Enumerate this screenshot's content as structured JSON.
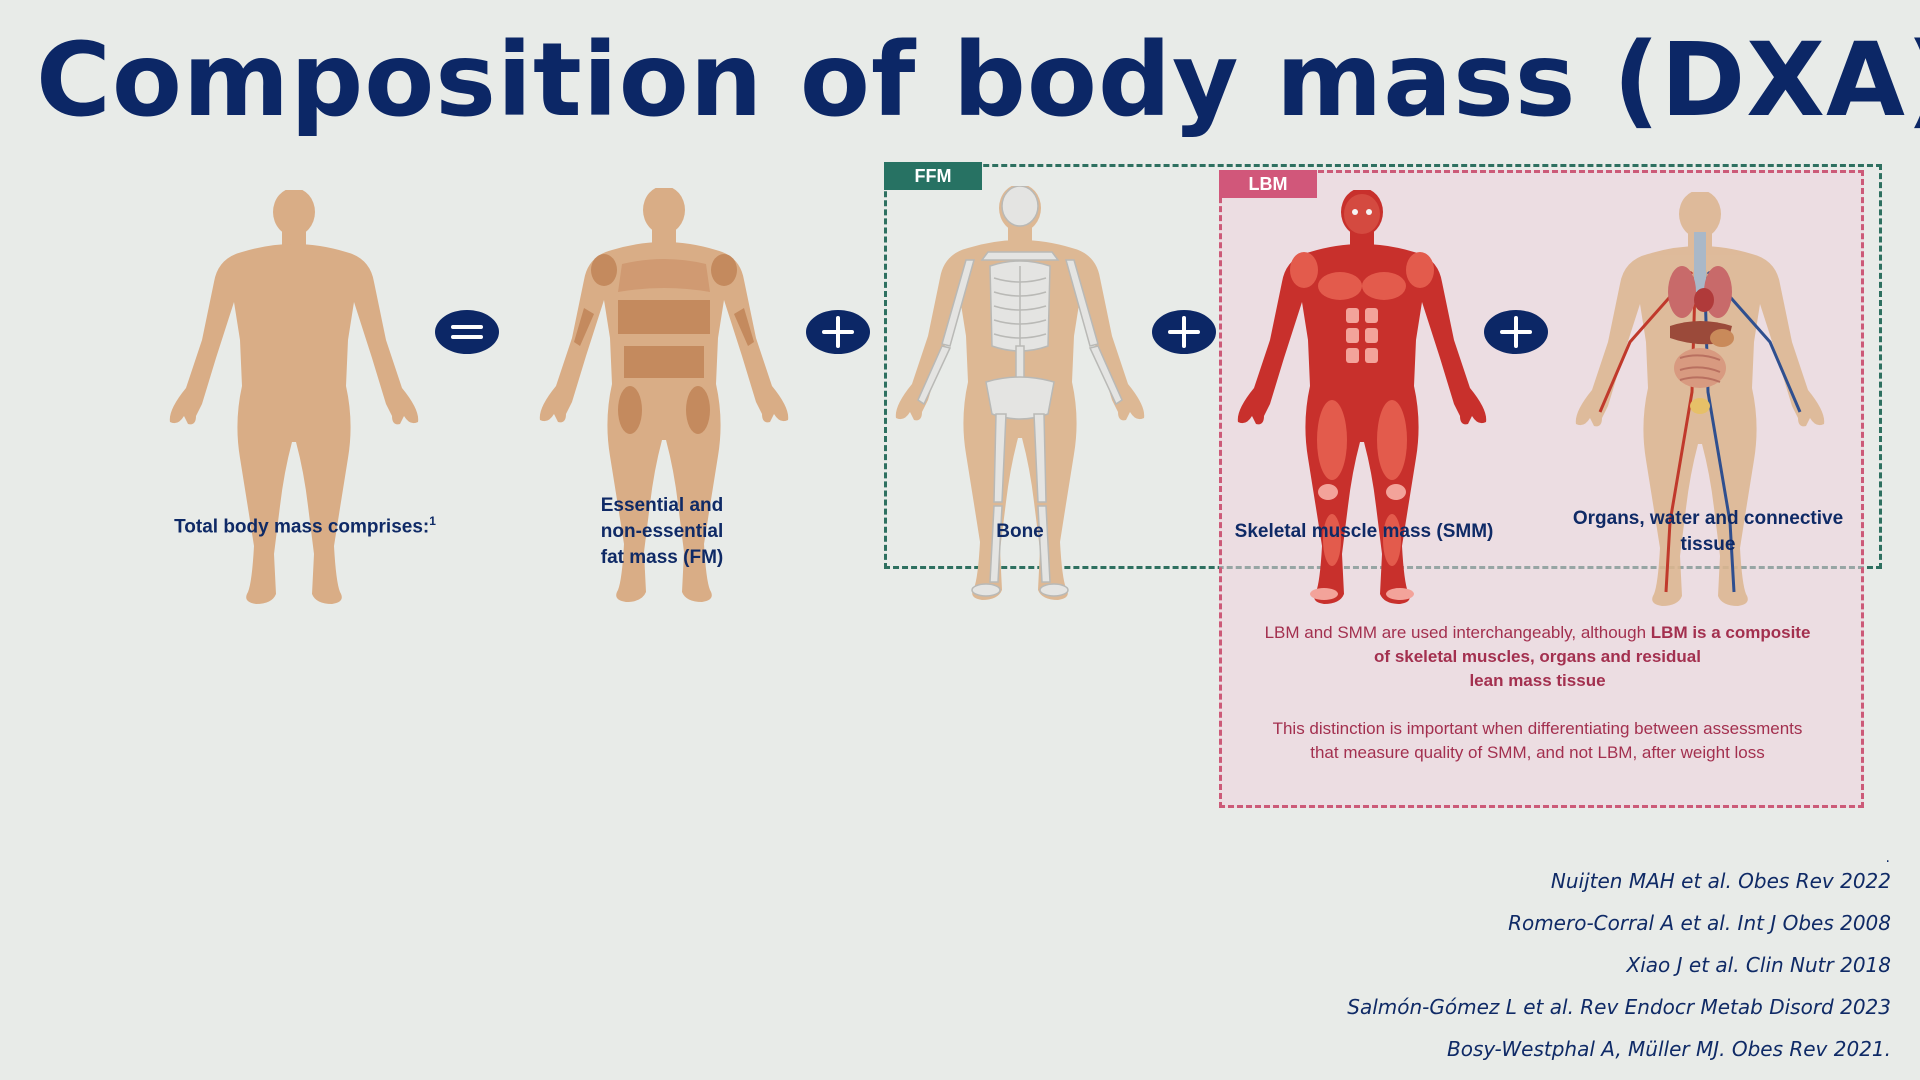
{
  "title": "Composition of body mass (DXA)",
  "tags": {
    "ffm": "FFM",
    "lbm": "LBM"
  },
  "labels": {
    "total": "Total body mass comprises:",
    "total_sup": "1",
    "fat_line1": "Essential and",
    "fat_line2": "non-essential",
    "fat_line3": "fat mass (FM)",
    "bone": "Bone",
    "smm": "Skeletal muscle mass (SMM)",
    "organs_line1": "Organs, water and connective",
    "organs_line2": "tissue"
  },
  "operators": [
    "equals",
    "plus",
    "plus",
    "plus"
  ],
  "note": {
    "p1_prefix": "LBM and SMM are used interchangeably, although ",
    "p1_bold_1": "LBM is a composite",
    "p1_bold_2": "of skeletal muscles, organs and residual",
    "p1_bold_3": "lean mass tissue",
    "p2_line1": "This distinction is important when differentiating between assessments",
    "p2_line2": "that measure quality of SMM, and not LBM, after weight loss"
  },
  "stray_mark": ".",
  "references": [
    "Nuijten MAH et al. Obes Rev 2022",
    "Romero-Corral A et al. Int J Obes 2008",
    "Xiao J et al. Clin Nutr 2018",
    "Salmón-Gómez L et al. Rev Endocr Metab Disord 2023",
    "Bosy-Westphal A, Müller MJ. Obes Rev 2021."
  ],
  "colors": {
    "background": "#e8ebe8",
    "title": "#0c2766",
    "ffm": "#277263",
    "lbm": "#d1577a",
    "note_text": "#a3304f",
    "skin": "#d9ad86",
    "muscle": "#c8302c"
  }
}
